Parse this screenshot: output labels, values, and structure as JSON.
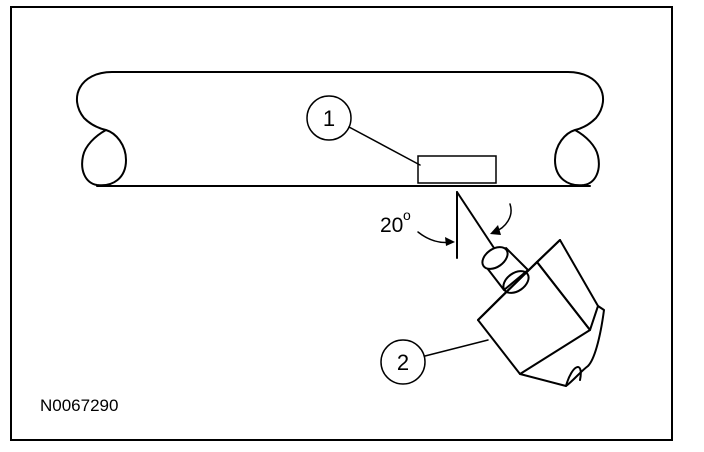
{
  "callouts": [
    {
      "number": "1"
    },
    {
      "number": "2"
    }
  ],
  "angle": {
    "value": "20",
    "unit": "o"
  },
  "figure_code": "N0067290",
  "colors": {
    "line": "#000000",
    "background": "#ffffff"
  }
}
